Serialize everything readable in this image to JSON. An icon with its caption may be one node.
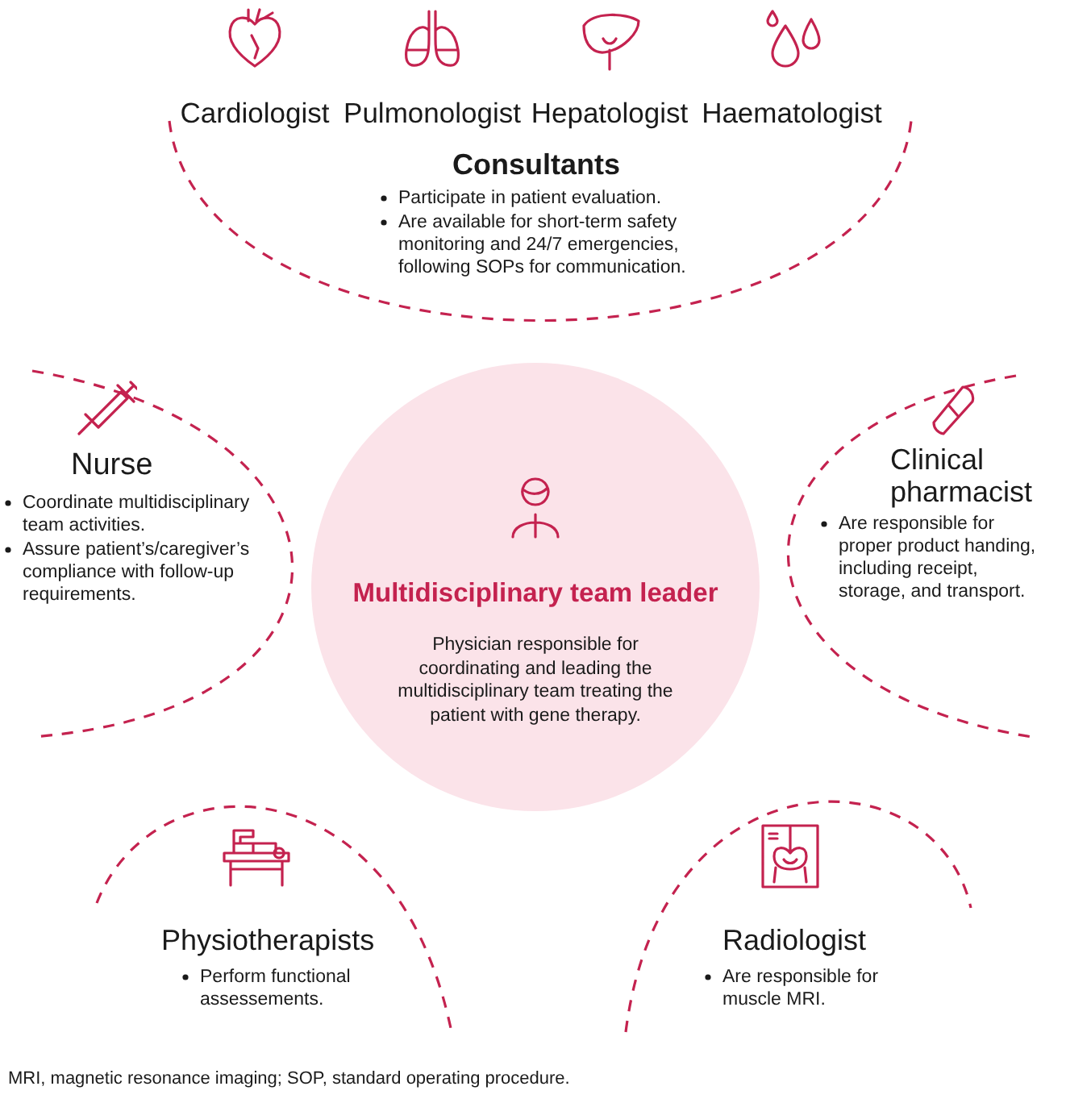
{
  "diagram": {
    "caption": "MRI, magnetic resonance imaging; SOP, standard operating procedure.",
    "nodes": [
      {
        "text": [
          "Consultants",
          "Participate in patient evaluation.",
          "Are available for short-term safety monitoring and 24/7 emergencies, following SOPs for communication."
        ]
      },
      {
        "text": [
          "Cardiologist"
        ]
      },
      {
        "text": [
          "Pulmonologist"
        ]
      },
      {
        "text": [
          "Hepatologist"
        ]
      },
      {
        "text": [
          "Haematologist"
        ]
      },
      {
        "text": [
          "Nurse",
          "Coordinate multidisciplinary team activities.",
          "Assure patient’s/caregiver’s compliance with follow-up requirements."
        ]
      },
      {
        "text": [
          "Multidisciplinary team leader",
          "Physician responsible for coordinating and leading the multidisciplinary team treating the patient with gene therapy."
        ]
      },
      {
        "text": [
          "Clinical pharmacist",
          "Are responsible for proper product handing, including receipt, storage, and transport."
        ]
      },
      {
        "text": [
          "Physiotherapists",
          "Perform functional assessements."
        ]
      },
      {
        "text": [
          "Radiologist",
          "Are responsible for muscle MRI."
        ]
      }
    ],
    "edges": []
  }
}
